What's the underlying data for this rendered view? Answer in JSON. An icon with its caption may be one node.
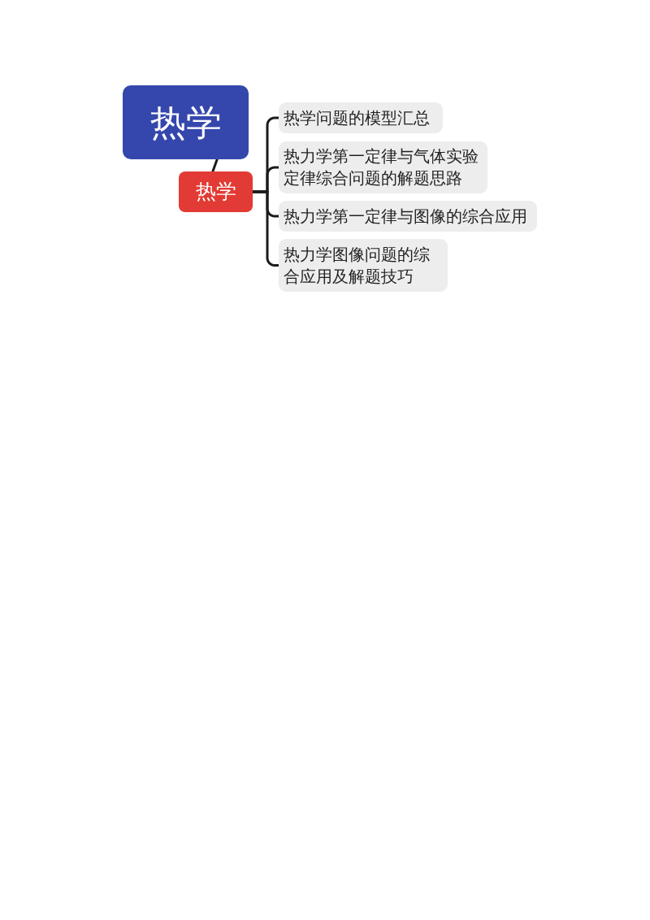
{
  "diagram": {
    "nodes": [
      {
        "text": [
          "热学"
        ]
      },
      {
        "text": [
          "热学"
        ]
      },
      {
        "text": [
          "热学问题的模型汇总"
        ]
      },
      {
        "text": [
          "热力学第一定律与气体实验定律综合问题的解题思路"
        ]
      },
      {
        "text": [
          "热力学第一定律与图像的综合应用"
        ]
      },
      {
        "text": [
          "热力学图像问题的综合应用及解题技巧"
        ]
      }
    ],
    "edges": [
      {
        "from": 0,
        "to": 1,
        "arrow": "none"
      },
      {
        "from": 1,
        "to": 2,
        "arrow": "none"
      },
      {
        "from": 1,
        "to": 3,
        "arrow": "none"
      },
      {
        "from": 1,
        "to": 4,
        "arrow": "none"
      },
      {
        "from": 1,
        "to": 5,
        "arrow": "none"
      }
    ]
  }
}
